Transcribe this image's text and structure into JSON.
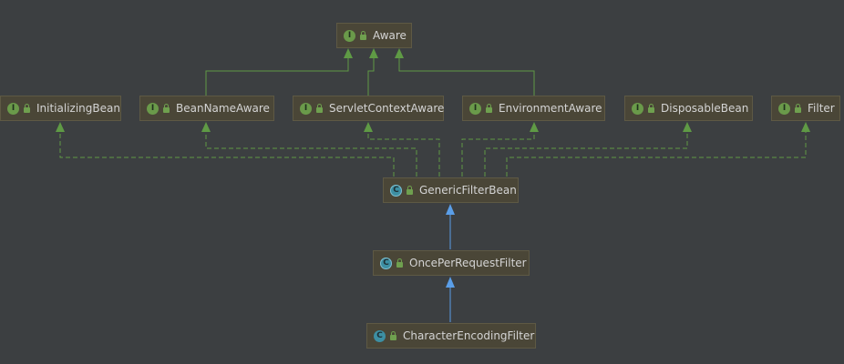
{
  "diagram": {
    "nodes": {
      "aware": {
        "name": "Aware",
        "kind": "I"
      },
      "initializing_bean": {
        "name": "InitializingBean",
        "kind": "I"
      },
      "bean_name_aware": {
        "name": "BeanNameAware",
        "kind": "I"
      },
      "servlet_context_aware": {
        "name": "ServletContextAware",
        "kind": "I"
      },
      "environment_aware": {
        "name": "EnvironmentAware",
        "kind": "I"
      },
      "disposable_bean": {
        "name": "DisposableBean",
        "kind": "I"
      },
      "filter": {
        "name": "Filter",
        "kind": "I"
      },
      "generic_filter_bean": {
        "name": "GenericFilterBean",
        "kind": "C"
      },
      "once_per_request_filter": {
        "name": "OncePerRequestFilter",
        "kind": "C"
      },
      "character_encoding_filter": {
        "name": "CharacterEncodingFilter",
        "kind": "C"
      }
    },
    "edges": [
      {
        "from": "bean_name_aware",
        "to": "aware",
        "type": "extends-interface"
      },
      {
        "from": "servlet_context_aware",
        "to": "aware",
        "type": "extends-interface"
      },
      {
        "from": "environment_aware",
        "to": "aware",
        "type": "extends-interface"
      },
      {
        "from": "generic_filter_bean",
        "to": "initializing_bean",
        "type": "implements"
      },
      {
        "from": "generic_filter_bean",
        "to": "bean_name_aware",
        "type": "implements"
      },
      {
        "from": "generic_filter_bean",
        "to": "servlet_context_aware",
        "type": "implements"
      },
      {
        "from": "generic_filter_bean",
        "to": "environment_aware",
        "type": "implements"
      },
      {
        "from": "generic_filter_bean",
        "to": "disposable_bean",
        "type": "implements"
      },
      {
        "from": "generic_filter_bean",
        "to": "filter",
        "type": "implements"
      },
      {
        "from": "once_per_request_filter",
        "to": "generic_filter_bean",
        "type": "extends-class"
      },
      {
        "from": "character_encoding_filter",
        "to": "once_per_request_filter",
        "type": "extends-class"
      }
    ],
    "colors": {
      "background": "#3c3f41",
      "node_fill": "#4a4637",
      "interface_edge": "#5f9a45",
      "class_edge": "#5a9ee8",
      "text": "#d4d4d4"
    }
  }
}
